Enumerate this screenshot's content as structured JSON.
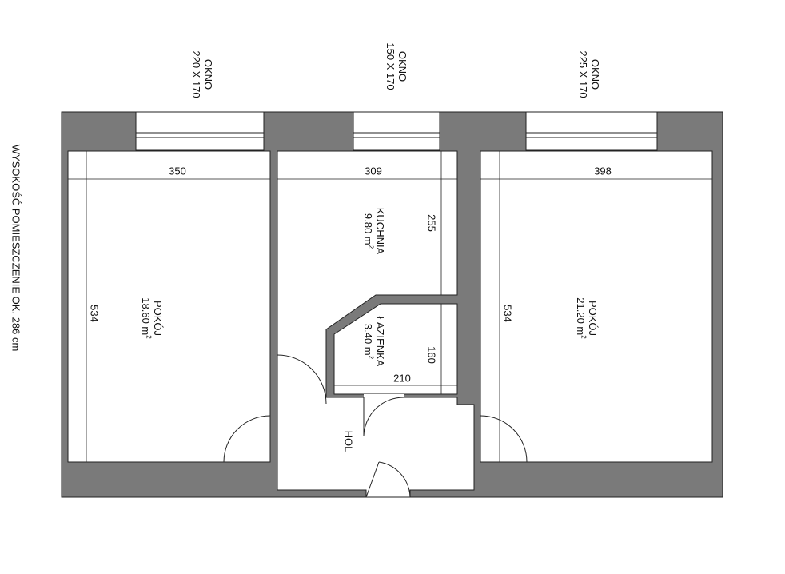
{
  "height_note": "WYSOKOŚĆ POMIESZCZENIE OK. 286 cm",
  "windows": [
    {
      "label": "OKNO",
      "size": "220 X 170"
    },
    {
      "label": "OKNO",
      "size": "150 X 170"
    },
    {
      "label": "OKNO",
      "size": "225 X 170"
    }
  ],
  "rooms": {
    "pokoj_left": {
      "name": "POKÓJ",
      "area": "18.60 m",
      "unit_exp": "2"
    },
    "kuchnia": {
      "name": "KUCHNIA",
      "area": "9.80 m",
      "unit_exp": "2"
    },
    "lazienka": {
      "name": "ŁAZIENKA",
      "area": "3.40 m",
      "unit_exp": "2"
    },
    "pokoj_right": {
      "name": "POKÓJ",
      "area": "21.20 m",
      "unit_exp": "2"
    },
    "hol": {
      "name": "HOL"
    }
  },
  "dimensions": {
    "pokoj_left_width": "350",
    "pokoj_left_depth": "534",
    "kuchnia_width": "309",
    "kuchnia_depth": "255",
    "lazienka_width": "210",
    "lazienka_depth": "160",
    "pokoj_right_width": "398",
    "pokoj_right_depth": "534"
  },
  "colors": {
    "wall": "#7a7a7a",
    "line": "#222222",
    "background": "#ffffff"
  }
}
